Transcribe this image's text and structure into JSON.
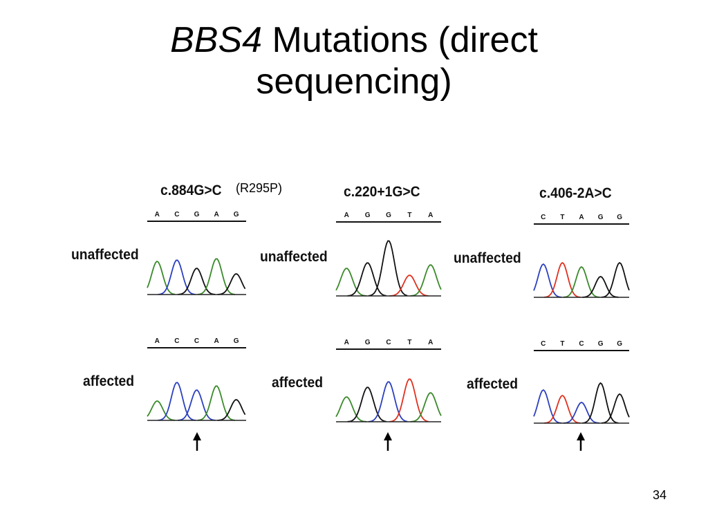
{
  "slide": {
    "title_gene": "BBS4",
    "title_rest_line1": "Mutations (direct",
    "title_line2": "sequencing)",
    "slide_number": "34"
  },
  "rows": {
    "unaffected": "unaffected",
    "affected": "affected"
  },
  "panels": [
    {
      "mutation": "c.884G>C",
      "protein_change": "(R295P)",
      "unaffected_bases": [
        "A",
        "C",
        "G",
        "A",
        "G"
      ],
      "affected_bases": [
        "A",
        "C",
        "C",
        "A",
        "G"
      ]
    },
    {
      "mutation": "c.220+1G>C",
      "protein_change": "",
      "unaffected_bases": [
        "A",
        "G",
        "G",
        "T",
        "A"
      ],
      "affected_bases": [
        "A",
        "G",
        "C",
        "T",
        "A"
      ]
    },
    {
      "mutation": "c.406-2A>C",
      "protein_change": "",
      "unaffected_bases": [
        "C",
        "T",
        "A",
        "G",
        "G"
      ],
      "affected_bases": [
        "C",
        "T",
        "C",
        "G",
        "G"
      ]
    }
  ],
  "trace_colors": {
    "A": "#3a8a2a",
    "C": "#2b3fbf",
    "G": "#111111",
    "T": "#e0301e"
  }
}
